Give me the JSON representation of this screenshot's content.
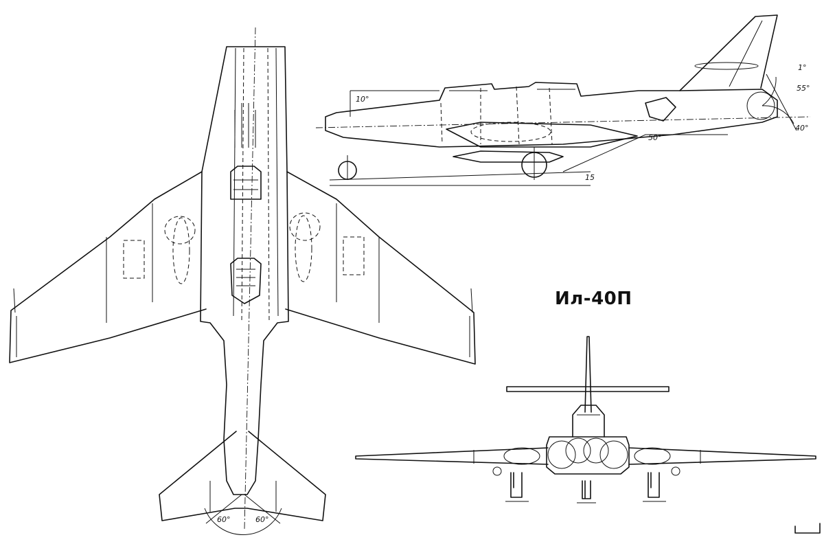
{
  "title": "Ил-40П",
  "views": {
    "top": {
      "angles": [
        "60°",
        "60°"
      ]
    },
    "side": {
      "angles": [
        "10°",
        "55°",
        "40°",
        "1°",
        "50°",
        "15"
      ]
    },
    "front": {}
  }
}
